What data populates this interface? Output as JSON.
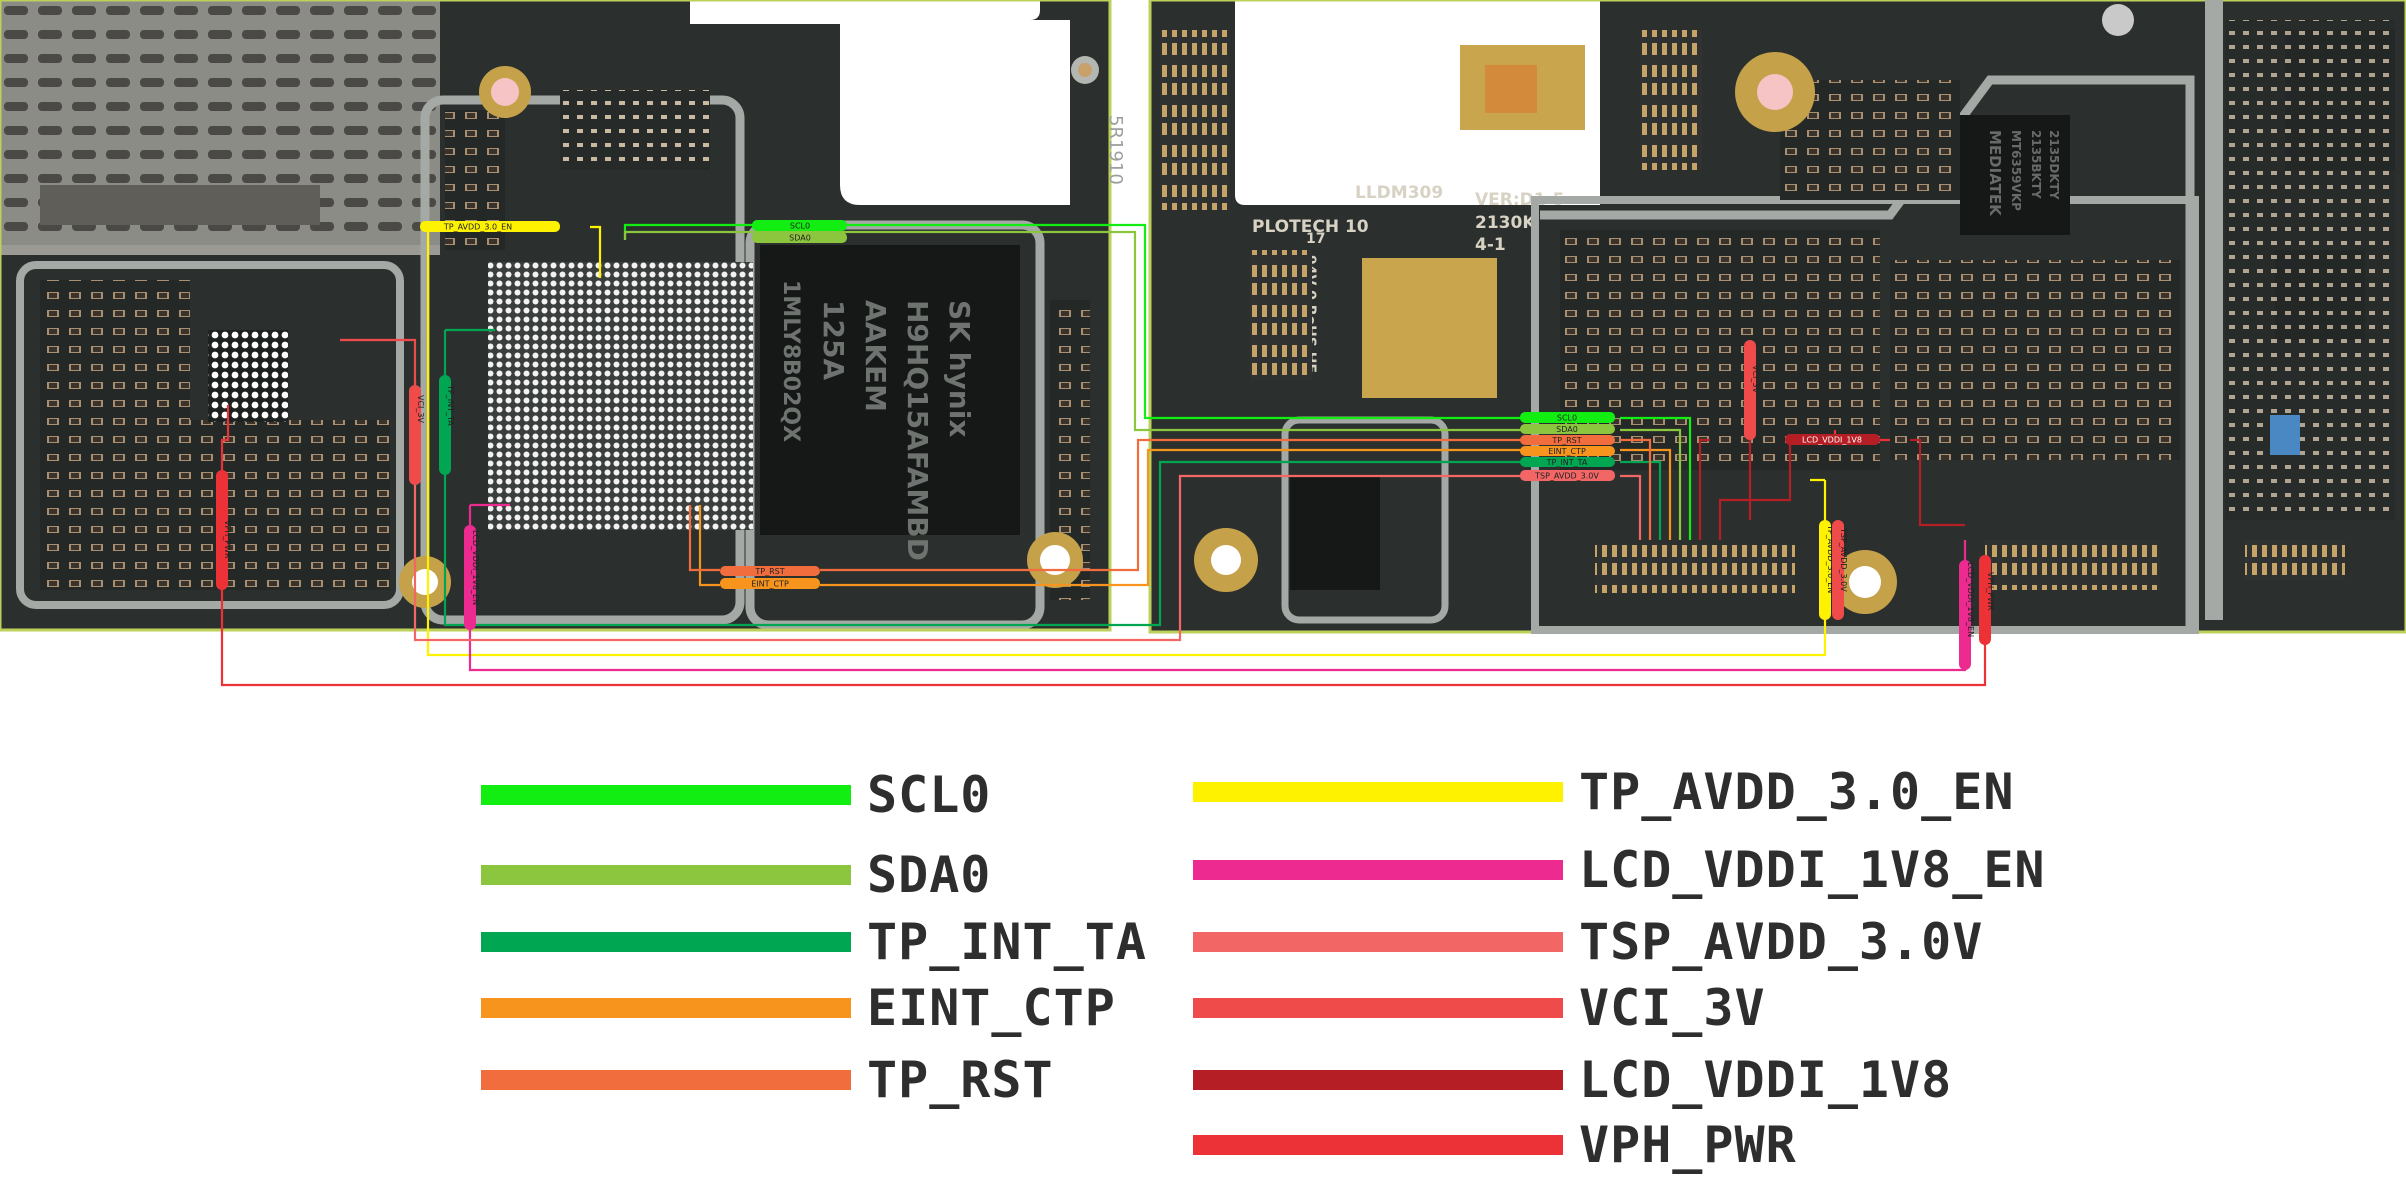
{
  "board": {
    "markings": {
      "silk_ploteh": "PLOTECH 10",
      "silk_lldm": "LLDM309",
      "silk_ver": "VER:D1-5",
      "silk_date": "2130K",
      "silk_rev": "4-1",
      "silk_rohs": "94V-0 RoHS HF",
      "silk_num": "17",
      "silk_5r": "5R1910",
      "chip_skhynix": "SK hynix",
      "chip_h9": "H9HQ15AFAMBD",
      "chip_aakem": "AAKEM",
      "chip_125a": "125A",
      "chip_1ml": "1MLY8B02QX",
      "chip_mediatek": "MEDIATEK",
      "chip_mt": "MT6359VKP",
      "chip_code1": "2135BKTY",
      "chip_code2": "2135DKTY"
    }
  },
  "tags": {
    "tp_avdd_en": "TP_AVDD_3.0_EN",
    "scl0": "SCL0",
    "sda0": "SDA0",
    "tp_rst": "TP_RST",
    "eint_ctp": "EINT_CTP",
    "tp_int_ta": "TP_INT_TA",
    "tsp_avdd": "TSP_AVDD_3.0V",
    "lcd_vddi": "LCD_VDDI_1V8",
    "lcd_vddi_en": "LCD_VDDI_1V8_EN",
    "vci": "VCI_3V",
    "vph": "VPH_PWR"
  },
  "legend": {
    "left": [
      {
        "label": "SCL0",
        "color": "#12ee12"
      },
      {
        "label": "SDA0",
        "color": "#8cc63f"
      },
      {
        "label": "TP_INT_TA",
        "color": "#00a651"
      },
      {
        "label": "EINT_CTP",
        "color": "#f7941d"
      },
      {
        "label": "TP_RST",
        "color": "#f26d3d"
      }
    ],
    "right": [
      {
        "label": "TP_AVDD_3.0_EN",
        "color": "#fff200"
      },
      {
        "label": "LCD_VDDI_1V8_EN",
        "color": "#ec2a8f"
      },
      {
        "label": "TSP_AVDD_3.0V",
        "color": "#f26666"
      },
      {
        "label": "VCI_3V",
        "color": "#ef4b4b"
      },
      {
        "label": "LCD_VDDI_1V8",
        "color": "#b51e24"
      },
      {
        "label": "VPH_PWR",
        "color": "#ed3237"
      }
    ]
  }
}
